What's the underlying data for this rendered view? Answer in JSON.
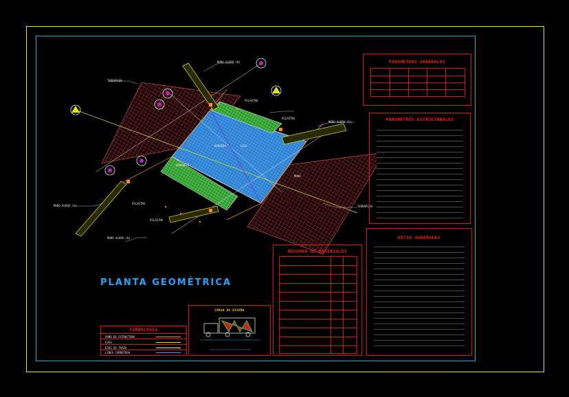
{
  "drawing": {
    "plan_title": "PLANTA GEOMÉTRICA",
    "labels": {
      "muro_aleros_b": "MURO ALERO (B)",
      "muro_aleros_c": "MURO ALERO (C)",
      "muro_aleros_a": "MURO ALERO (A)",
      "muro_aleros_d": "MURO ALERO (D)",
      "terraplen_top": "TERRAPLEN",
      "terraplen_bottom": "TERRAPLEN",
      "pilastra_top": "PILASTRA",
      "pilastra_right": "PILASTRA",
      "pilastra_left": "PILASTRA",
      "pilastra_bottom": "PILASTRA",
      "barrera": "BARRERA",
      "losa": "LOSA",
      "banqueta": "BANQUETA",
      "muro": "MURO"
    }
  },
  "panels": {
    "parametros_generales": "PARAMETROS GENERALES",
    "parametros_estructurales": "PARAMETROS ESTRUCTURALES",
    "notas_generales": "NOTAS GENERALES",
    "resumen_materiales": "RESUMEN DE MATERIALES",
    "simbologia": "SIMBOLOGIA",
    "carga_diseno": "CARGA DE DISEÑO"
  },
  "simbologia_rows": [
    "PAÑO DE ESTRUCTURA",
    "EJES",
    "EJES DE TRAZO",
    "LINEA CARRETERA"
  ],
  "colors": {
    "frame": "#e6e600",
    "inner_frame": "#18b0c8",
    "panel_border": "#e01010",
    "title_blue": "#1aa7ff",
    "deck_blue": "#2a8fe6",
    "green": "#3ec43e",
    "terraplen": "#8a2a2a"
  }
}
